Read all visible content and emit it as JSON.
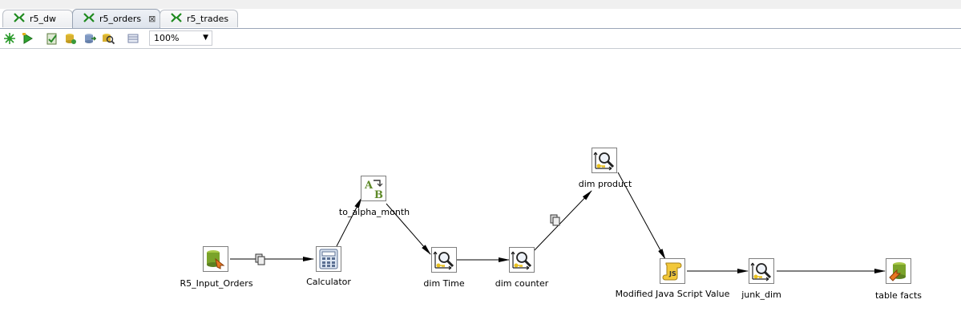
{
  "tabs": [
    {
      "label": "r5_dw",
      "icon": "transformation-icon",
      "active": false
    },
    {
      "label": "r5_orders",
      "icon": "transformation-icon",
      "active": true,
      "closable": true
    },
    {
      "label": "r5_trades",
      "icon": "transformation-icon",
      "active": false
    }
  ],
  "toolbar": {
    "buttons": [
      "run-icon",
      "preview-icon",
      "verify-icon",
      "impact-icon",
      "sql-icon",
      "explore-db-icon",
      "grid-icon"
    ],
    "zoom": "100%"
  },
  "steps": {
    "input_orders": {
      "label": "R5_Input_Orders",
      "icon": "table-input-icon"
    },
    "calculator": {
      "label": "Calculator",
      "icon": "calculator-icon"
    },
    "to_alpha_month": {
      "label": "to_alpha_month",
      "icon": "value-mapper-icon"
    },
    "dim_time": {
      "label": "dim Time",
      "icon": "dimension-lookup-icon"
    },
    "dim_counter": {
      "label": "dim counter",
      "icon": "dimension-lookup-icon"
    },
    "dim_product": {
      "label": "dim product",
      "icon": "dimension-lookup-icon"
    },
    "modified_js": {
      "label": "Modified Java Script Value",
      "icon": "javascript-icon"
    },
    "junk_dim": {
      "label": "junk_dim",
      "icon": "dimension-lookup-icon"
    },
    "table_facts": {
      "label": "table facts",
      "icon": "table-output-icon"
    }
  },
  "colors": {
    "hop": "#000000",
    "step_border": "#7f7f7f",
    "tab_icon": "#1e8a1e"
  }
}
